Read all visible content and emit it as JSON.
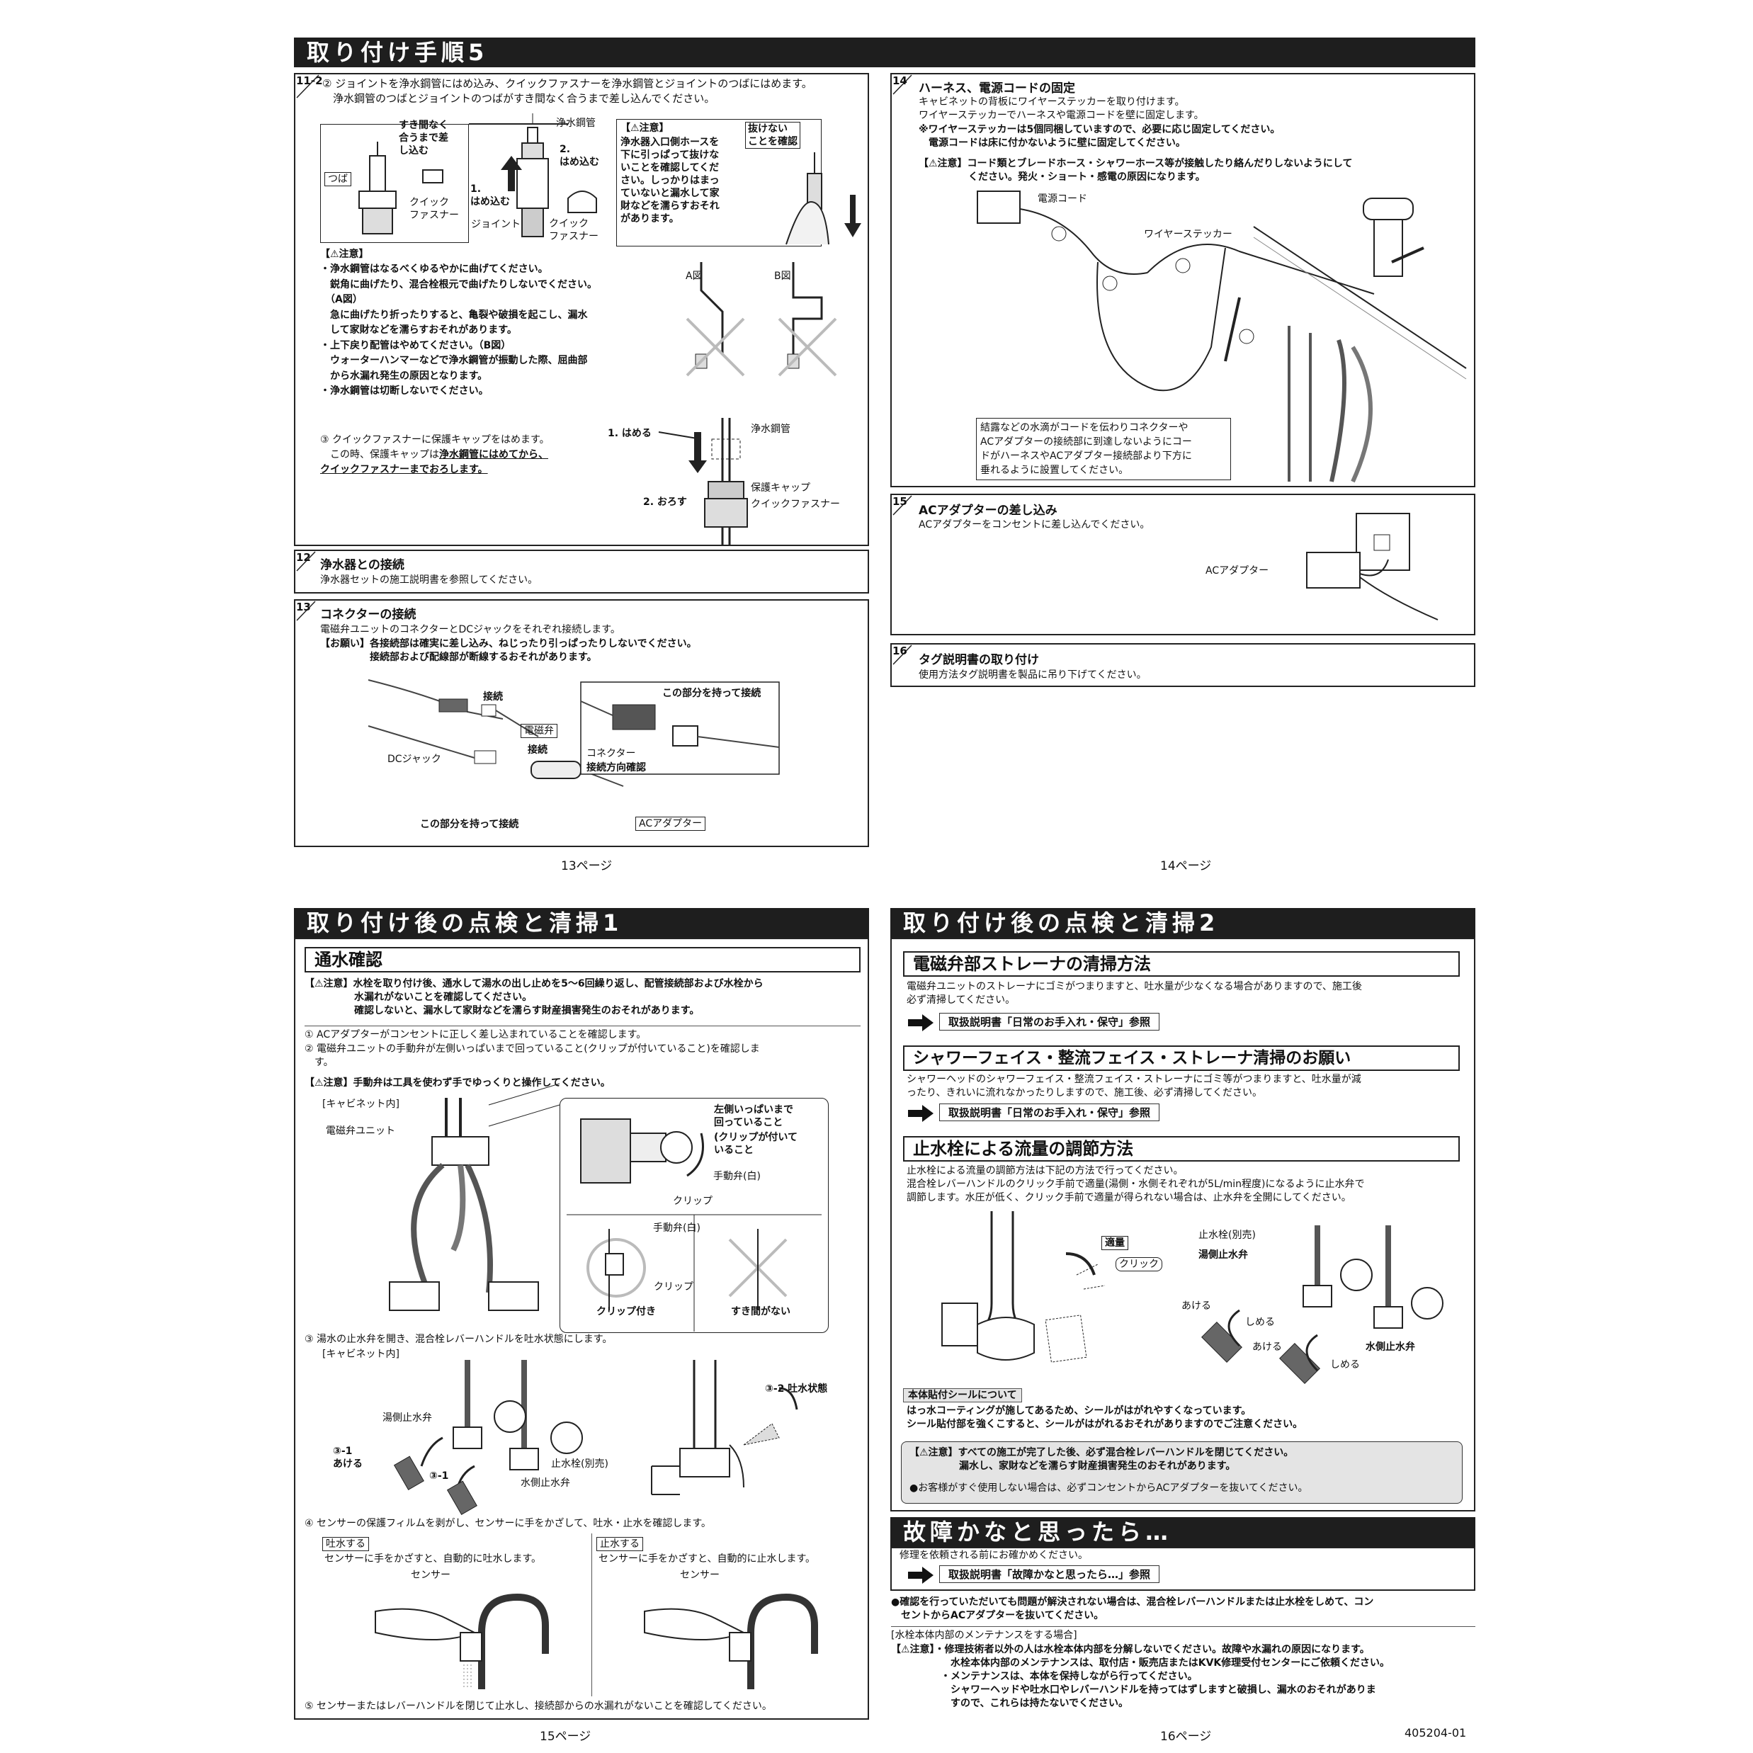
{
  "page13": {
    "header": "取り付け手順5",
    "s11": {
      "num": "11-2",
      "step2": "② ジョイントを浄水鋼管にはめ込み、クイックファスナーを浄水鋼管とジョイントのつばにはめます。\n　浄水鋼管のつばとジョイントのつばがすき間なく合うまで差し込んでください。",
      "lbl_sukima": "すき間なく\n合うまで差\nし込む",
      "lbl_tsuba": "つば",
      "lbl_quick1": "クイック\nファスナー",
      "lbl_jousuikoukan": "浄水鋼管",
      "lbl_2hamekomu": "2.\nはめ込む",
      "lbl_1hamekomu": "1.\nはめ込む",
      "lbl_joint": "ジョイント",
      "lbl_quick2": "クイック\nファスナー",
      "caution_head": "【⚠注意】",
      "caution_body": "浄水器入口側ホースを\n下に引っぱって抜けな\nいことを確認してくだ\nさい。しっかりはまっ\nていないと漏水して家\n財などを濡らすおそれ\nがあります。",
      "tag_nukenai": "抜けない\nことを確認",
      "caution2_head": "【⚠注意】",
      "caution2_body": "・浄水鋼管はなるべくゆるやかに曲げてください。\n　鋭角に曲げたり、混合栓根元で曲げたりしないでください。\n　（A図）\n　急に曲げたり折ったりすると、亀裂や破損を起こし、漏水\n　して家財などを濡らすおそれがあります。\n・上下戻り配管はやめてください。（B図）\n　ウォーターハンマーなどで浄水鋼管が振動した際、屈曲部\n　から水漏れ発生の原因となります。\n・浄水鋼管は切断しないでください。",
      "fig_a": "A図",
      "fig_b": "B図",
      "step3_a": "③ クイックファスナーに保護キャップをはめます。\n　この時、保護キャップは",
      "step3_b": "浄水鋼管にはめてから、\nクイックファスナーまでおろします。",
      "lbl_1hameru": "1. はめる",
      "lbl_2orosu": "2. おろす",
      "lbl_jousui2": "浄水鋼管",
      "lbl_hogo": "保護キャップ",
      "lbl_quick3": "クイックファスナー"
    },
    "s12": {
      "num": "12",
      "title": "浄水器との接続",
      "body": "浄水器セットの施工説明書を参照してください。"
    },
    "s13": {
      "num": "13",
      "title": "コネクターの接続",
      "body1": "電磁弁ユニットのコネクターとDCジャックをそれぞれ接続します。",
      "body2": "【お願い】各接続部は確実に差し込み、ねじったり引っぱったりしないでください。\n　　　　　接続部および配線部が断線するおそれがあります。",
      "lbl_setsuzoku1": "接続",
      "lbl_denjiben": "電磁弁",
      "lbl_setsuzoku2": "接続",
      "lbl_dc": "DCジャック",
      "lbl_motte1": "この部分を持って接続",
      "lbl_motte2": "この部分を持って接続",
      "lbl_connector": "コネクター",
      "lbl_houkou": "接続方向確認",
      "lbl_ac": "ACアダプター"
    },
    "page_label": "13ページ"
  },
  "page14": {
    "s14": {
      "num": "14",
      "title": "ハーネス、電源コードの固定",
      "body": "キャビネットの背板にワイヤーステッカーを取り付けます。\nワイヤーステッカーでハーネスや電源コードを壁に固定します。",
      "note": "※ワイヤーステッカーは5個同梱していますので、必要に応じ固定してください。\n　電源コードは床に付かないように壁に固定してください。",
      "caution": "【⚠注意】コード類とブレードホース・シャワーホース等が接触したり絡んだりしないようにして\n　　　　　ください。発火・ショート・感電の原因になります。",
      "lbl_dengen": "電源コード",
      "lbl_wire": "ワイヤーステッカー",
      "note_box": "結露などの水滴がコードを伝わりコネクターや\nACアダプターの接続部に到達しないようにコー\nドがハーネスやACアダプター接続部より下方に\n垂れるように設置してください。"
    },
    "s15": {
      "num": "15",
      "title": "ACアダプターの差し込み",
      "body": "ACアダプターをコンセントに差し込んでください。",
      "lbl_ac": "ACアダプター"
    },
    "s16": {
      "num": "16",
      "title": "タグ説明書の取り付け",
      "body": "使用方法タグ説明書を製品に吊り下げてください。"
    },
    "page_label": "14ページ"
  },
  "page15": {
    "header": "取り付け後の点検と清掃1",
    "sub": "通水確認",
    "caution1": "【⚠注意】水栓を取り付け後、通水して湯水の出し止めを5～6回繰り返し、配管接続部および水栓から\n　　　　　水漏れがないことを確認してください。\n　　　　　確認しないと、漏水して家財などを濡らす財産損害発生のおそれがあります。",
    "step1": "① ACアダプターがコンセントに正しく差し込まれていることを確認します。",
    "step2": "② 電磁弁ユニットの手動弁が左側いっぱいまで回っていること(クリップが付いていること)を確認しま\n　す。",
    "caution2": "【⚠注意】手動弁は工具を使わず手でゆっくりと操作してください。",
    "lbl_cabinet1": "[キャビネット内]",
    "lbl_unit": "電磁弁ユニット",
    "lbl_hidari": "左側いっぱいまで\n回っていること",
    "lbl_clip_tsuite": "(クリップが付いて\nいること",
    "lbl_shudou1": "手動弁(白)",
    "lbl_clip1": "クリップ",
    "lbl_shudou2": "手動弁(白)",
    "lbl_clip2": "クリップ",
    "lbl_clipduki": "クリップ付き",
    "lbl_sukimaganai": "すき間がない",
    "step3": "③ 湯水の止水弁を開き、混合栓レバーハンドルを吐水状態にします。",
    "lbl_cabinet2": "[キャビネット内]",
    "lbl_yugawa": "湯側止水弁",
    "lbl_31a": "③-1\nあける",
    "lbl_31b": "③-1",
    "lbl_shisui": "止水栓(別売)",
    "lbl_mizugawa": "水側止水弁",
    "lbl_32": "③-2 吐水状態",
    "step4": "④ センサーの保護フィルムを剥がし、センサーに手をかざして、吐水・止水を確認します。",
    "tag_tosui": "吐水する",
    "tosui_body": "センサーに手をかざすと、自動的に吐水します。",
    "lbl_sensor1": "センサー",
    "tag_shisui": "止水する",
    "shisui_body": "センサーに手をかざすと、自動的に止水します。",
    "lbl_sensor2": "センサー",
    "step5": "⑤ センサーまたはレバーハンドルを閉じて止水し、接続部からの水漏れがないことを確認してください。",
    "page_label": "15ページ"
  },
  "page16": {
    "header": "取り付け後の点検と清掃2",
    "sub1": "電磁弁部ストレーナの清掃方法",
    "sub1_body": "電磁弁ユニットのストレーナにゴミがつまりますと、吐水量が少なくなる場合がありますので、施工後\n必ず清掃してください。",
    "ref1": "取扱説明書「日常のお手入れ・保守」参照",
    "sub2": "シャワーフェイス・整流フェイス・ストレーナ清掃のお願い",
    "sub2_body": "シャワーヘッドのシャワーフェイス・整流フェイス・ストレーナにゴミ等がつまりますと、吐水量が減\nったり、きれいに流れなかったりしますので、施工後、必ず清掃してください。",
    "ref2": "取扱説明書「日常のお手入れ・保守」参照",
    "sub3": "止水栓による流量の調節方法",
    "sub3_body": "止水栓による流量の調節方法は下記の方法で行ってください。\n混合栓レバーハンドルのクリック手前で適量(湯側・水側それぞれが5L/min程度)になるように止水弁で\n調節します。水圧が低く、クリック手前で適量が得られない場合は、止水弁を全開にしてください。",
    "lbl_tekiryou": "適量",
    "lbl_click": "クリック",
    "lbl_shisui": "止水栓(別売)",
    "lbl_yugawa": "湯側止水弁",
    "lbl_akeru1": "あける",
    "lbl_shimeru1": "しめる",
    "lbl_akeru2": "あける",
    "lbl_shimeru2": "しめる",
    "lbl_mizugawa": "水側止水弁",
    "seal_tag": "本体貼付シールについて",
    "seal_body": "はっ水コーティングが施してあるため、シールがはがれやすくなっています。\nシール貼付部を強くこすると、シールがはがれるおそれがありますのでご注意ください。",
    "gray_caution": "【⚠注意】すべての施工が完了した後、必ず混合栓レバーハンドルを閉じてください。\n　　　　　漏水し、家財などを濡らす財産損害発生のおそれがあります。",
    "gray_note": "●お客様がすぐ使用しない場合は、必ずコンセントからACアダプターを抜いてください。",
    "trouble_header": "故障かなと思ったら…",
    "trouble_intro": "修理を依頼される前にお確かめください。",
    "ref3": "取扱説明書「故障かなと思ったら…」参照",
    "trouble_bullet": "●確認を行っていただいても問題が解決されない場合は、混合栓レバーハンドルまたは止水栓をしめて、コン\n　セントからACアダプターを抜いてください。",
    "maint_head": "[水栓本体内部のメンテナンスをする場合]",
    "maint_body": "【⚠注意】・修理技術者以外の人は水栓本体内部を分解しないでください。故障や水漏れの原因になります。\n　　　　　　水栓本体内部のメンテナンスは、取付店・販売店またはKVK修理受付センターにご依頼ください。\n　　　　　・メンテナンスは、本体を保持しながら行ってください。\n　　　　　　シャワーヘッドや吐水口やレバーハンドルを持ってはずしますと破損し、漏水のおそれがありま\n　　　　　　すので、これらは持たないでください。",
    "page_label": "16ページ",
    "doc_no": "405204-01"
  }
}
